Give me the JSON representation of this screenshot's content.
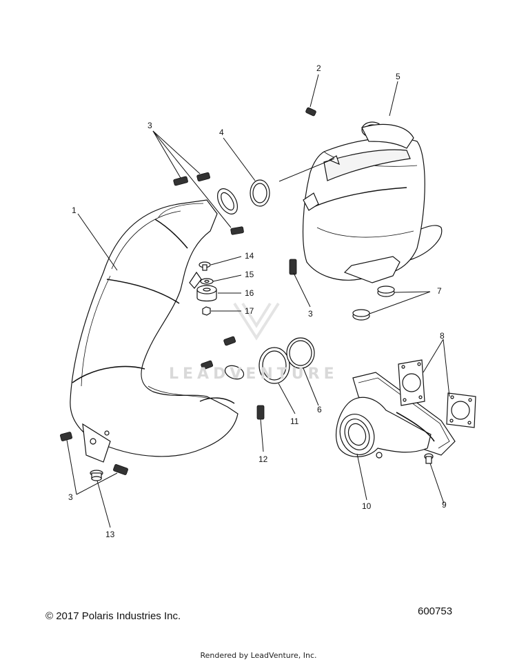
{
  "diagram": {
    "callouts": [
      {
        "id": "c1",
        "text": "1"
      },
      {
        "id": "c2",
        "text": "2"
      },
      {
        "id": "c3a",
        "text": "3"
      },
      {
        "id": "c3b",
        "text": "3"
      },
      {
        "id": "c3c",
        "text": "3"
      },
      {
        "id": "c4",
        "text": "4"
      },
      {
        "id": "c5",
        "text": "5"
      },
      {
        "id": "c6",
        "text": "6"
      },
      {
        "id": "c7",
        "text": "7"
      },
      {
        "id": "c8",
        "text": "8"
      },
      {
        "id": "c9",
        "text": "9"
      },
      {
        "id": "c10",
        "text": "10"
      },
      {
        "id": "c11",
        "text": "11"
      },
      {
        "id": "c12",
        "text": "12"
      },
      {
        "id": "c13",
        "text": "13"
      },
      {
        "id": "c14",
        "text": "14"
      },
      {
        "id": "c15",
        "text": "15"
      },
      {
        "id": "c16",
        "text": "16"
      },
      {
        "id": "c17",
        "text": "17"
      }
    ],
    "watermark": "LEADVENTURE",
    "copyright": "© 2017 Polaris Industries Inc.",
    "diagram_number": "600753"
  },
  "footer": {
    "rendered_by": "Rendered by LeadVenture, Inc."
  }
}
